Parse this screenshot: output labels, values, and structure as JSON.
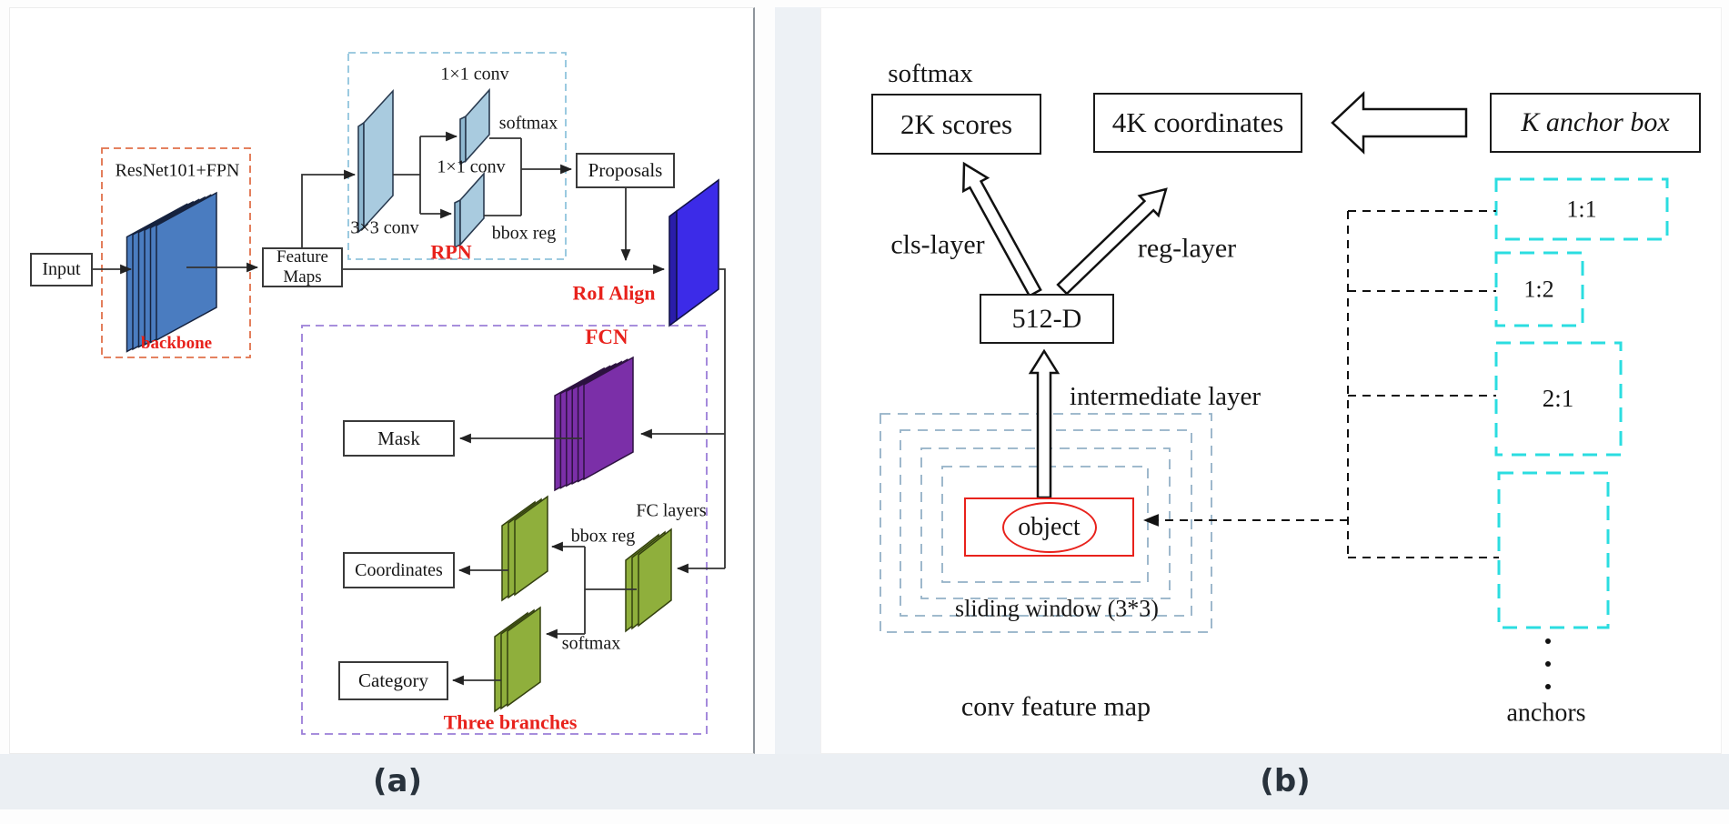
{
  "caption": {
    "a": "(a)",
    "b": "(b)"
  },
  "panel_a": {
    "input": "Input",
    "backbone_title": "ResNet101+FPN",
    "backbone_label": "backbone",
    "feature_maps_line1": "Feature",
    "feature_maps_line2": "Maps",
    "rpn": {
      "conv3x3": "3×3 conv",
      "conv1x1_top": "1×1 conv",
      "conv1x1_mid": "1×1 conv",
      "softmax": "softmax",
      "bbox_reg": "bbox reg",
      "label": "RPN"
    },
    "proposals": "Proposals",
    "roi_align": "RoI Align",
    "branches": {
      "fcn": "FCN",
      "mask": "Mask",
      "fc_layers": "FC layers",
      "bbox_reg": "bbox reg",
      "softmax": "softmax",
      "coordinates": "Coordinates",
      "category": "Category",
      "label": "Three branches"
    }
  },
  "panel_b": {
    "softmax": "softmax",
    "scores_box": "2K scores",
    "coordinates_box": "4K coordinates",
    "anchor_box": "K anchor box",
    "cls_layer": "cls-layer",
    "reg_layer": "reg-layer",
    "dim_box": "512-D",
    "intermediate": "intermediate layer",
    "object": "object",
    "sliding_window": "sliding window (3*3)",
    "conv_feature_map": "conv feature map",
    "anchors_label": "anchors",
    "aspect_ratios": [
      {
        "label": "1:1"
      },
      {
        "label": "1:2"
      },
      {
        "label": "2:1"
      },
      {
        "label": ""
      }
    ]
  },
  "colors": {
    "red_label": "#e8221c",
    "backbone_blue": "#4a7cc0",
    "conv_light_blue": "#a9cbdf",
    "roi_blue": "#3c2be8",
    "fcn_purple": "#7b2fa8",
    "fc_green": "#8faf3c",
    "anchor_cyan": "#2bdde0",
    "backbone_dash_orange": "#e0714a",
    "rpn_dash_blue": "#90c4dc",
    "branches_dash_purple": "#9b7ed8",
    "window_dash_blue": "#93b1c6",
    "bottom_band_gray": "#ebeff3"
  }
}
